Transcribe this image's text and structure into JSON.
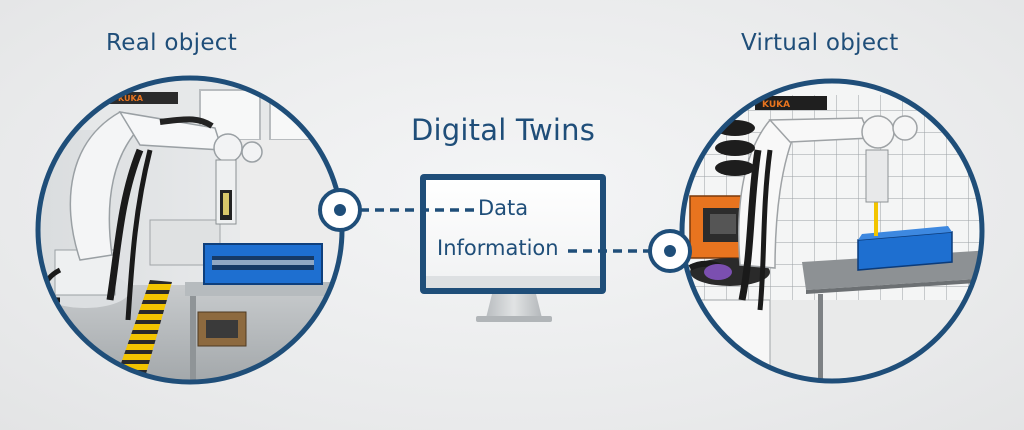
{
  "labels": {
    "real": "Real object",
    "virtual": "Virtual object",
    "center_title": "Digital Twins"
  },
  "monitor": {
    "line1": "Data",
    "line2": "Information"
  },
  "branding": {
    "real_robot_logo": "KUKA",
    "virtual_robot_logo": "KUKA"
  },
  "colors": {
    "accent": "#1f4e79",
    "robot_orange": "#e8741f",
    "workpiece_blue": "#1e6fd0"
  }
}
